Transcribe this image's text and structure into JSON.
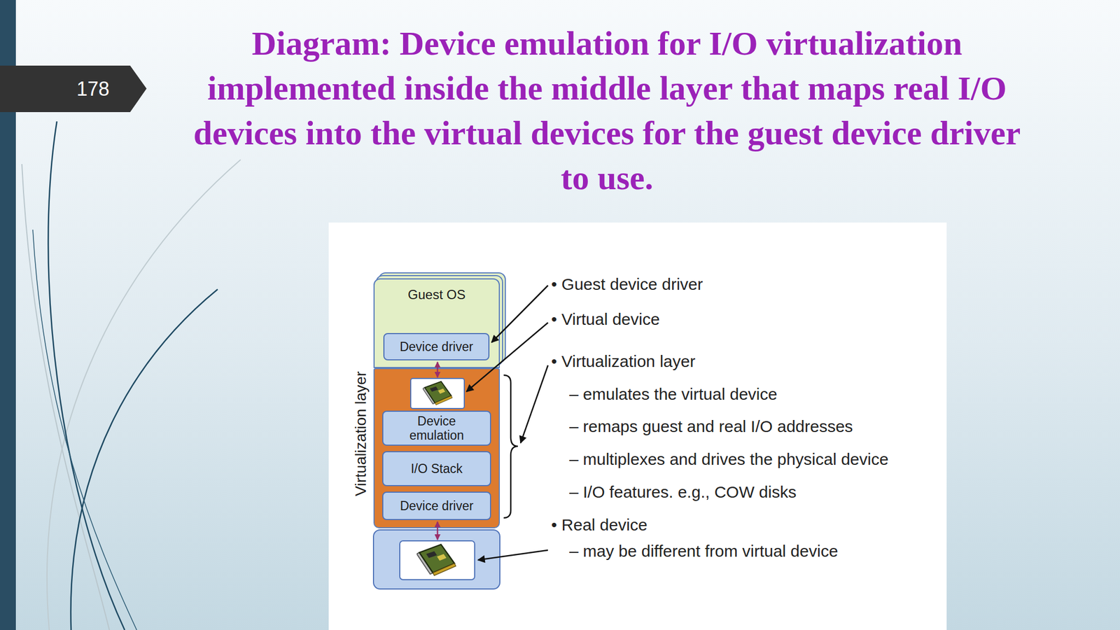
{
  "diagram": {
    "title": "Diagram: Device emulation for I/O virtualization implemented inside the middle layer that maps real I/O devices into the virtual devices for the guest device driver to use.",
    "nodes": [
      {
        "text": [
          "Guest OS"
        ]
      },
      {
        "text": [
          "Device driver"
        ],
        "in": 0
      },
      {
        "text": [
          "Virtualization layer"
        ]
      },
      {
        "text": [
          "Device emulation"
        ],
        "in": 2
      },
      {
        "text": [
          "I/O Stack"
        ],
        "in": 2
      },
      {
        "text": [
          "Device driver"
        ],
        "in": 2
      }
    ],
    "labels": [
      "178",
      "• Guest device driver",
      "• Virtual device",
      "• Virtualization layer",
      "– emulates the virtual device",
      "– remaps guest and real I/O addresses",
      "– multiplexes and drives the physical device",
      "– I/O features. e.g., COW disks",
      "• Real device",
      "– may be different from virtual device"
    ]
  }
}
